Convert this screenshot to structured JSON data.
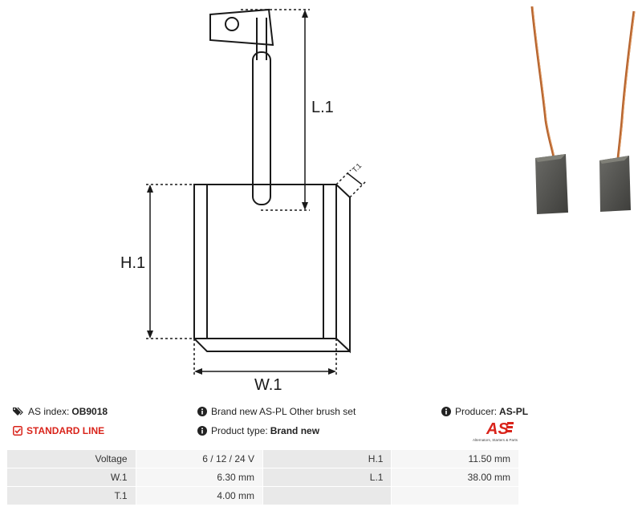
{
  "drawing": {
    "label_l1": "L.1",
    "label_h1": "H.1",
    "label_w1": "W.1",
    "label_t1": "T.1"
  },
  "info": {
    "as_index_label": "AS index:",
    "as_index_value": "OB9018",
    "description": "Brand new AS-PL Other brush set",
    "producer_label": "Producer:",
    "producer_value": "AS-PL",
    "line": "STANDARD LINE",
    "product_type_label": "Product type:",
    "product_type_value": "Brand new"
  },
  "logo": {
    "text": "AS",
    "tagline": "Alternators, Starters & Parts",
    "color": "#d9241b"
  },
  "specs": {
    "rows": [
      {
        "l1": "Voltage",
        "v1": "6 / 12 / 24 V",
        "l2": "H.1",
        "v2": "11.50 mm"
      },
      {
        "l1": "W.1",
        "v1": "6.30 mm",
        "l2": "L.1",
        "v2": "38.00 mm"
      },
      {
        "l1": "T.1",
        "v1": "4.00 mm",
        "l2": "",
        "v2": ""
      }
    ]
  }
}
